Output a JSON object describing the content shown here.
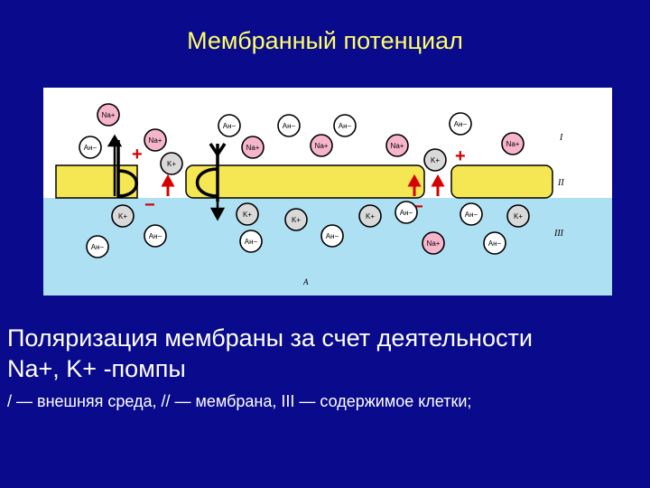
{
  "title": "Мембранный потенциал",
  "caption": {
    "line1": "Поляризация мембраны за счет деятельности",
    "line2": "Na+, K+ -помпы",
    "legend": "/ — внешняя среда, // — мембрана, III — содержимое клетки;"
  },
  "diagram": {
    "layer_labels": [
      "I",
      "II",
      "III"
    ],
    "figure_label": "A",
    "charge_labels": {
      "plus": "+",
      "minus": "−"
    },
    "ion_labels": {
      "na": "Na+",
      "k": "K+",
      "an": "Ан−"
    },
    "colors": {
      "background": "#0a0a8c",
      "title": "#ffff66",
      "membrane": "#f5e653",
      "cytoplasm": "#aee0f4",
      "na_ion": "#f7b5cc",
      "k_ion": "#d9d9d9",
      "anion": "#ffffff",
      "charge": "#d60000"
    }
  }
}
